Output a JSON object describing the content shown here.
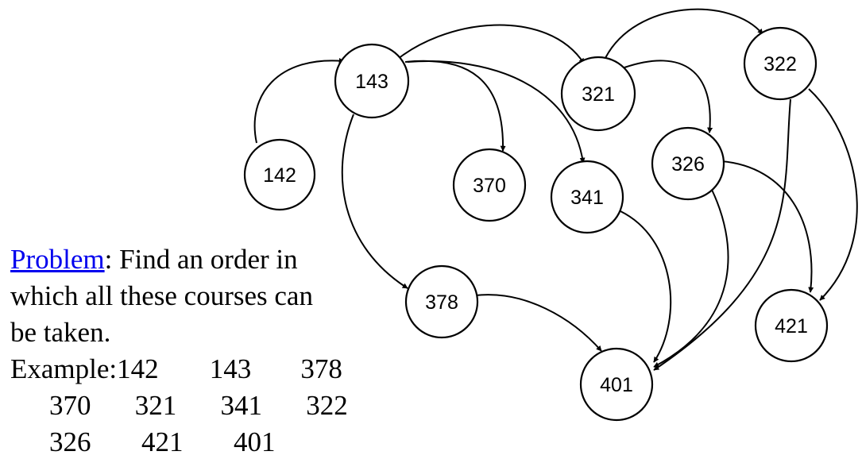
{
  "nodes": [
    {
      "id": "142",
      "label": "142"
    },
    {
      "id": "143",
      "label": "143"
    },
    {
      "id": "370",
      "label": "370"
    },
    {
      "id": "341",
      "label": "341"
    },
    {
      "id": "321",
      "label": "321"
    },
    {
      "id": "322",
      "label": "322"
    },
    {
      "id": "326",
      "label": "326"
    },
    {
      "id": "378",
      "label": "378"
    },
    {
      "id": "401",
      "label": "401"
    },
    {
      "id": "421",
      "label": "421"
    }
  ],
  "edges": [
    {
      "from": "142",
      "to": "143"
    },
    {
      "from": "143",
      "to": "321"
    },
    {
      "from": "143",
      "to": "370"
    },
    {
      "from": "143",
      "to": "341"
    },
    {
      "from": "143",
      "to": "378"
    },
    {
      "from": "321",
      "to": "322"
    },
    {
      "from": "321",
      "to": "326"
    },
    {
      "from": "322",
      "to": "401"
    },
    {
      "from": "322",
      "to": "421"
    },
    {
      "from": "326",
      "to": "401"
    },
    {
      "from": "326",
      "to": "421"
    },
    {
      "from": "341",
      "to": "401"
    },
    {
      "from": "378",
      "to": "401"
    }
  ],
  "problem": {
    "link_text": "Problem",
    "rest_line1": ": Find an order in",
    "line2": "which all these courses can",
    "line3": "be taken."
  },
  "example": {
    "prefix": "Example: ",
    "rows": [
      [
        "142",
        "143",
        "378"
      ],
      [
        "370",
        "321",
        "341",
        "322"
      ],
      [
        "326",
        "421",
        "401"
      ]
    ]
  }
}
